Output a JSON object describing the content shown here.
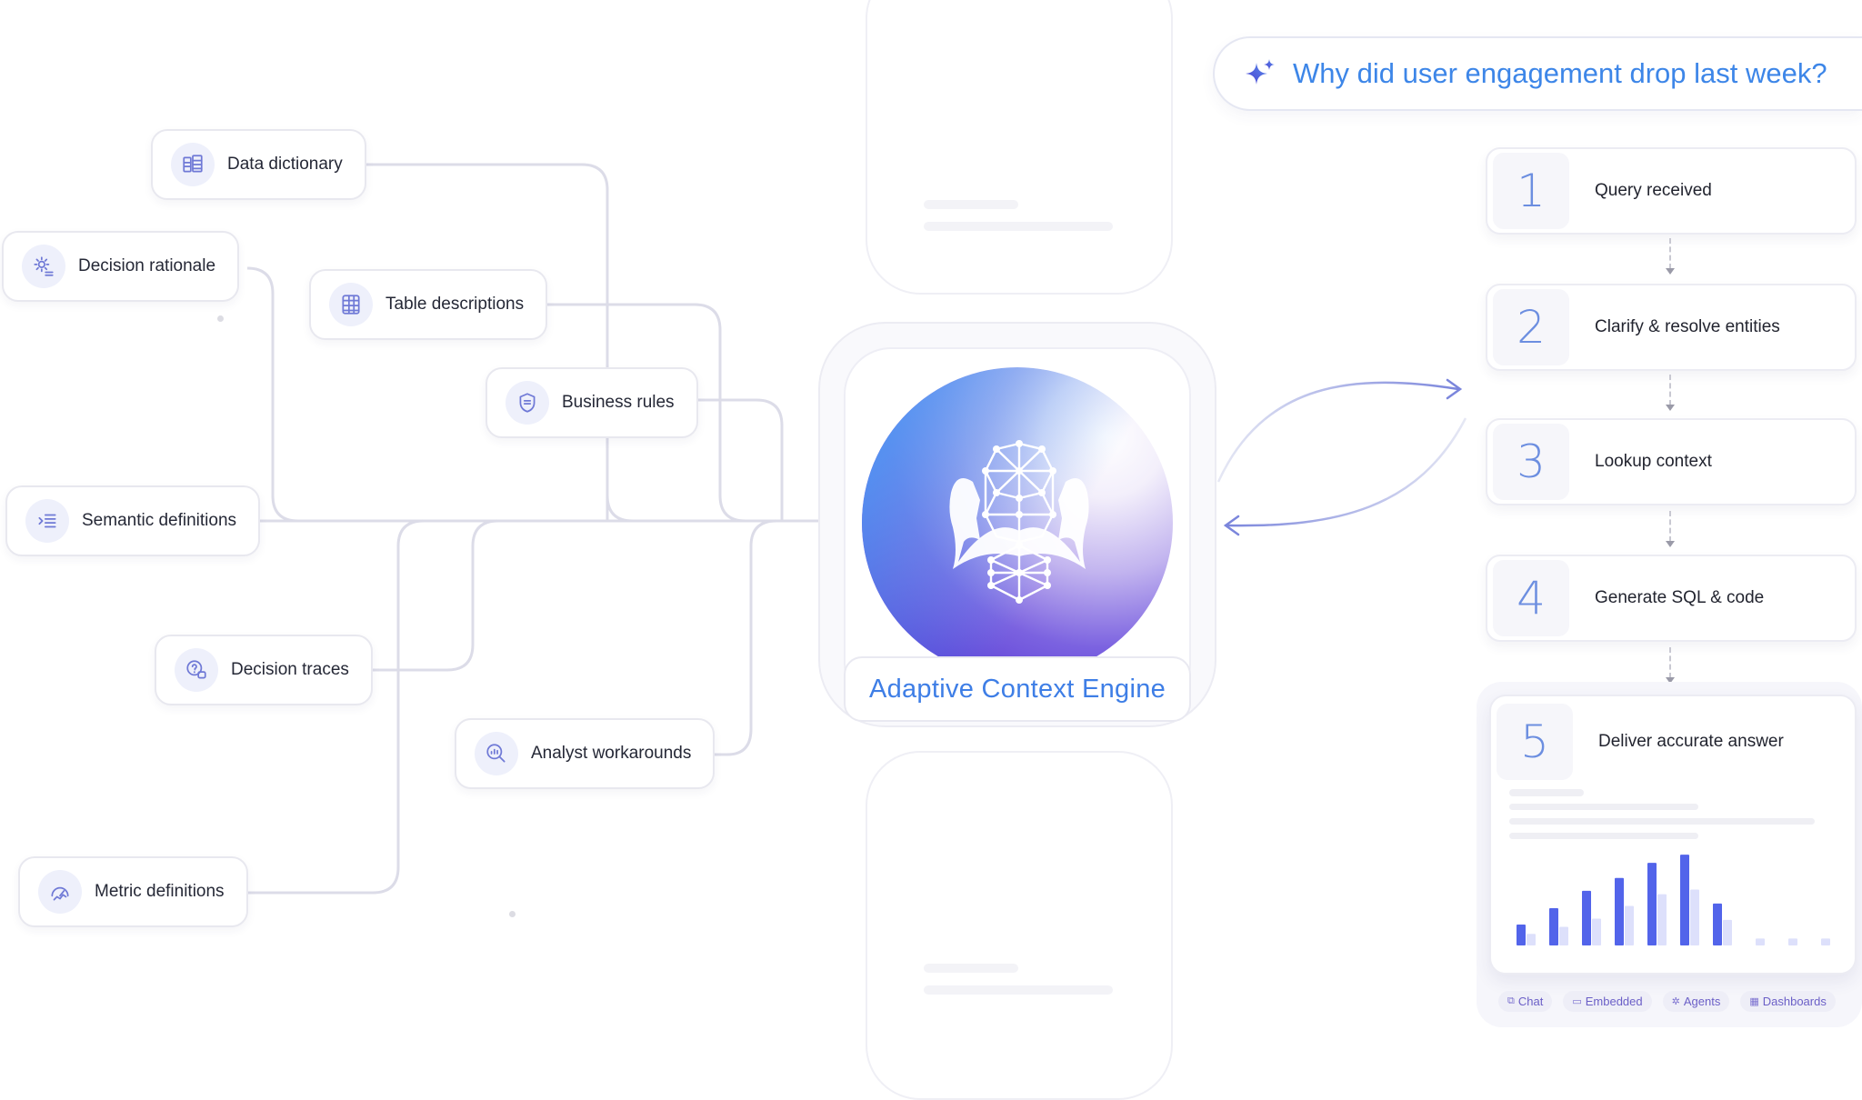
{
  "question": "Why did user engagement drop last week?",
  "engine": {
    "label": "Adaptive Context Engine"
  },
  "sources": [
    {
      "id": "data-dictionary",
      "label": "Data dictionary",
      "icon": "table-stack-icon"
    },
    {
      "id": "decision-rationale",
      "label": "Decision rationale",
      "icon": "gear-list-icon"
    },
    {
      "id": "table-descriptions",
      "label": "Table descriptions",
      "icon": "table-grid-icon"
    },
    {
      "id": "business-rules",
      "label": "Business rules",
      "icon": "shield-doc-icon"
    },
    {
      "id": "semantic-definitions",
      "label": "Semantic definitions",
      "icon": "list-arrow-icon"
    },
    {
      "id": "decision-traces",
      "label": "Decision traces",
      "icon": "question-chat-icon"
    },
    {
      "id": "analyst-workarounds",
      "label": "Analyst workarounds",
      "icon": "magnify-chart-icon"
    },
    {
      "id": "metric-definitions",
      "label": "Metric definitions",
      "icon": "gauge-icon"
    }
  ],
  "steps": [
    {
      "number": "1",
      "label": "Query received"
    },
    {
      "number": "2",
      "label": "Clarify & resolve entities"
    },
    {
      "number": "3",
      "label": "Lookup context"
    },
    {
      "number": "4",
      "label": "Generate SQL & code"
    },
    {
      "number": "5",
      "label": "Deliver accurate answer"
    }
  ],
  "channels": [
    {
      "label": "Chat",
      "icon": "chat-icon"
    },
    {
      "label": "Embedded",
      "icon": "embed-icon"
    },
    {
      "label": "Agents",
      "icon": "agent-icon"
    },
    {
      "label": "Dashboards",
      "icon": "dashboard-icon"
    }
  ],
  "chart_data": {
    "type": "bar",
    "series": [
      {
        "values": [
          0.18,
          0.32,
          0.47,
          0.58,
          0.71,
          0.78,
          0.36
        ]
      },
      {
        "values": [
          0.1,
          0.16,
          0.23,
          0.34,
          0.44,
          0.48,
          0.22,
          0.06,
          0.06,
          0.06
        ]
      }
    ],
    "colors": {
      "primary": "#5264ea",
      "secondary": "#dde0fb"
    }
  },
  "colors": {
    "accent_blue": "#3e7ee6",
    "accent_purple": "#5c3fd6",
    "connector": "#dcdce8"
  }
}
